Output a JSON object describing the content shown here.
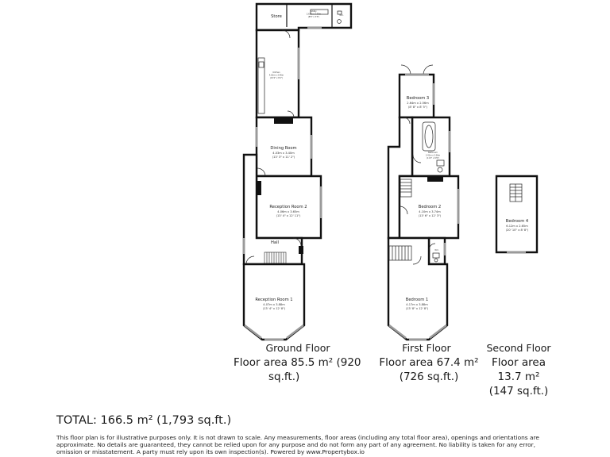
{
  "colors": {
    "wall": "#111111",
    "fill": "#ffffff",
    "window": "#9a9a9a"
  },
  "rooms": {
    "store": {
      "name": "Store"
    },
    "utility": {
      "name": "Utility",
      "dims": "2.63m x 1.00m",
      "dims_imp": "(8'8\" x 3'3\")"
    },
    "wc_ground": {
      "name": "W.C."
    },
    "kitchen": {
      "name": "Kitchen",
      "dims": "4.63m x 2.46m",
      "dims_imp": "(15'2\" x 8'1\")"
    },
    "dining": {
      "name": "Dining Room",
      "dims": "4.03m x 3.40m",
      "dims_imp": "(13' 3\" x 11' 2\")"
    },
    "reception2": {
      "name": "Reception Room 2",
      "dims": "4.06m x 3.65m",
      "dims_imp": "(13' 4\" x 12' 11\")"
    },
    "hall": {
      "name": "Hall"
    },
    "reception1": {
      "name": "Reception Room 1",
      "dims": "4.07m x 3.88m",
      "dims_imp": "(13' 4\" x 12' 8\")"
    },
    "bedroom3": {
      "name": "Bedroom 3",
      "dims": "2.64m x 2.56m",
      "dims_imp": "(8' 8\" x 8' 5\")"
    },
    "bathroom": {
      "name": "Bathroom",
      "dims": "3.41m x 2.06m",
      "dims_imp": "(11'2\" x 6'9\")"
    },
    "bedroom2": {
      "name": "Bedroom 2",
      "dims": "4.10m x 3.74m",
      "dims_imp": "(13' 6\" x 12' 3\")"
    },
    "wc_first": {
      "name": "W.C."
    },
    "bedroom1": {
      "name": "Bedroom 1",
      "dims": "4.17m x 3.88m",
      "dims_imp": "(13' 8\" x 12' 8\")"
    },
    "bedroom4": {
      "name": "Bedroom 4",
      "dims": "6.12m x 2.65m",
      "dims_imp": "(20' 10\" x 8' 8\")"
    }
  },
  "floors": {
    "ground": {
      "label": "Ground Floor",
      "area_line1": "Floor area 85.5 m² (920",
      "area_line2": "sq.ft.)"
    },
    "first": {
      "label": "First Floor",
      "area_line1": "Floor area 67.4 m²",
      "area_line2": "(726 sq.ft.)"
    },
    "second": {
      "label": "Second Floor",
      "area_line1": "Floor area",
      "area_line2": "13.7 m²",
      "area_line3": "(147 sq.ft.)"
    }
  },
  "total": "TOTAL: 166.5 m² (1,793 sq.ft.)",
  "disclaimer": "This floor plan is for illustrative purposes only. It is not drawn to scale. Any measurements, floor areas (including any total floor area), openings and orientations are approximate. No details are guaranteed, they cannot be relied upon for any purpose and do not form any part of any agreement. No liability is taken for any error, omission or misstatement. A party must rely upon its own inspection(s). Powered by www.Propertybox.io"
}
